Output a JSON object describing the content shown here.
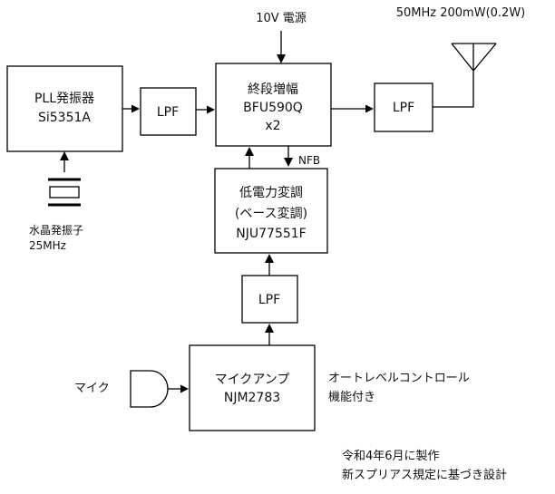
{
  "power_label": "10V 電源",
  "output_spec": "50MHz 200mW(0.2W)",
  "blocks": {
    "pll": {
      "line1": "PLL発振器",
      "line2": "Si5351A"
    },
    "lpf_in": {
      "label": "LPF"
    },
    "final_amp": {
      "line1": "終段増幅",
      "line2": "BFU590Q",
      "line3": "x2"
    },
    "lpf_out": {
      "label": "LPF"
    },
    "modulator": {
      "line1": "低電力変調",
      "line2": "(ベース変調)",
      "line3": "NJU77551F"
    },
    "lpf_mod": {
      "label": "LPF"
    },
    "mic_amp": {
      "line1": "マイクアンプ",
      "line2": "NJM2783"
    }
  },
  "crystal": {
    "line1": "水晶発振子",
    "line2": "25MHz"
  },
  "nfb_label": "NFB",
  "mic_label": "マイク",
  "agc_note": {
    "line1": "オートレベルコントロール",
    "line2": "機能付き"
  },
  "footer": {
    "line1": "令和4年6月に製作",
    "line2": "新スプリアス規定に基づき設計"
  }
}
